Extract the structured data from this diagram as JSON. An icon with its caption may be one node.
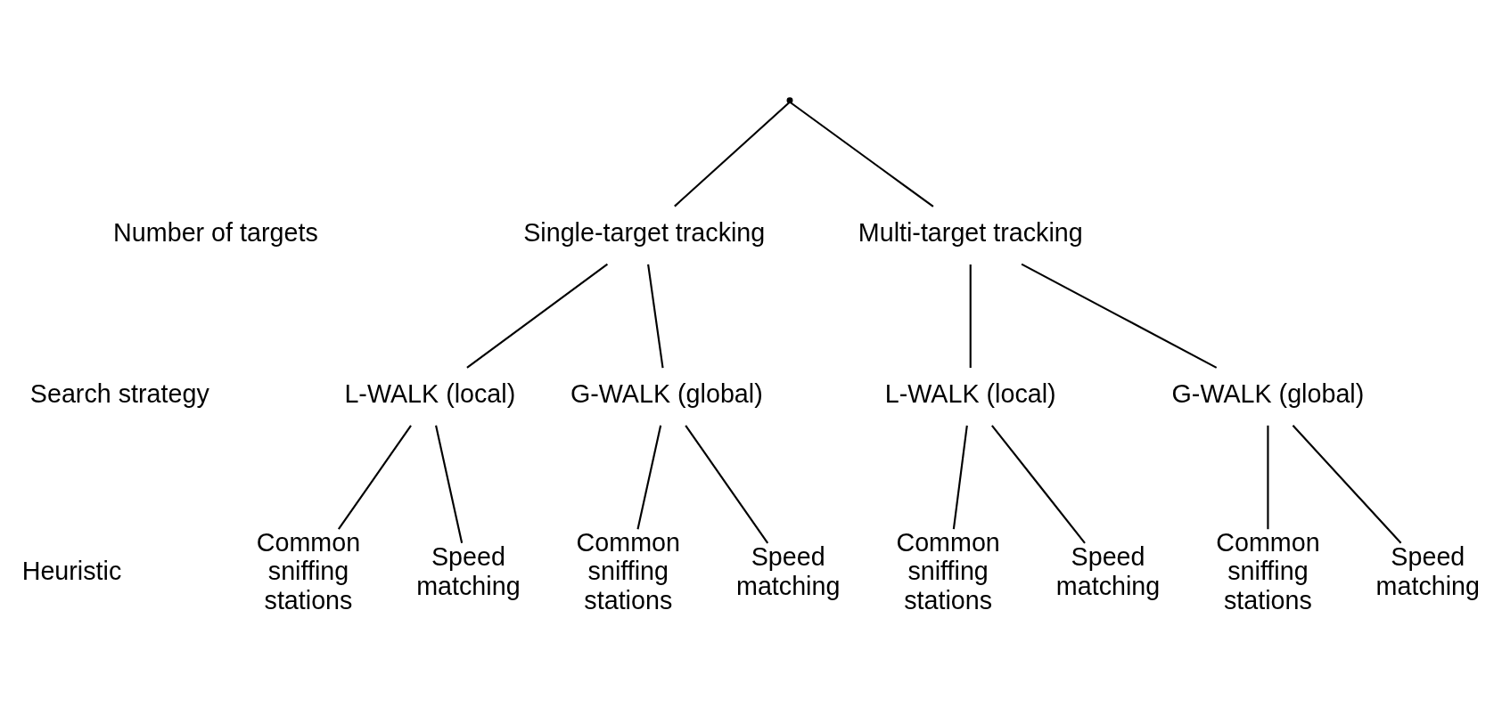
{
  "diagram": {
    "nodes": [
      {
        "text": [],
        "shape": "point"
      },
      {
        "text": [
          "Single-target tracking"
        ]
      },
      {
        "text": [
          "Multi-target tracking"
        ]
      },
      {
        "text": [
          "L-WALK (local)"
        ]
      },
      {
        "text": [
          "G-WALK (global)"
        ]
      },
      {
        "text": [
          "L-WALK (local)"
        ]
      },
      {
        "text": [
          "G-WALK (global)"
        ]
      },
      {
        "text": [
          "Common sniffing stations"
        ]
      },
      {
        "text": [
          "Speed matching"
        ]
      },
      {
        "text": [
          "Common sniffing stations"
        ]
      },
      {
        "text": [
          "Speed matching"
        ]
      },
      {
        "text": [
          "Common sniffing stations"
        ]
      },
      {
        "text": [
          "Speed matching"
        ]
      },
      {
        "text": [
          "Common sniffing stations"
        ]
      },
      {
        "text": [
          "Speed matching"
        ]
      }
    ],
    "edges": [
      {
        "from": 0,
        "to": 1,
        "arrow": "none"
      },
      {
        "from": 0,
        "to": 2,
        "arrow": "none"
      },
      {
        "from": 1,
        "to": 3,
        "arrow": "none"
      },
      {
        "from": 1,
        "to": 4,
        "arrow": "none"
      },
      {
        "from": 2,
        "to": 5,
        "arrow": "none"
      },
      {
        "from": 2,
        "to": 6,
        "arrow": "none"
      },
      {
        "from": 3,
        "to": 7,
        "arrow": "none"
      },
      {
        "from": 3,
        "to": 8,
        "arrow": "none"
      },
      {
        "from": 4,
        "to": 9,
        "arrow": "none"
      },
      {
        "from": 4,
        "to": 10,
        "arrow": "none"
      },
      {
        "from": 5,
        "to": 11,
        "arrow": "none"
      },
      {
        "from": 5,
        "to": 12,
        "arrow": "none"
      },
      {
        "from": 6,
        "to": 13,
        "arrow": "none"
      },
      {
        "from": 6,
        "to": 14,
        "arrow": "none"
      }
    ],
    "labels": [
      "Number of targets",
      "Search strategy",
      "Heuristic"
    ]
  }
}
